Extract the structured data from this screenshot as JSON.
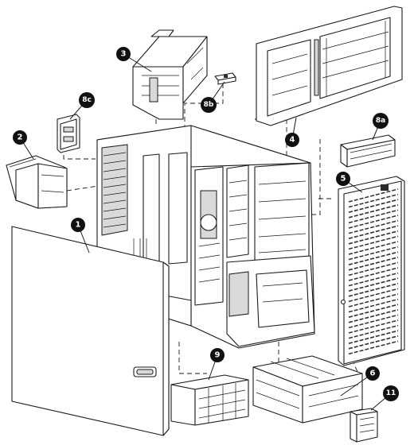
{
  "callouts": {
    "c1": "1",
    "c2": "2",
    "c3": "3",
    "c4": "4",
    "c5": "5",
    "c6": "6",
    "c8a": "8a",
    "c8b": "8b",
    "c8c": "8c",
    "c9": "9",
    "c11": "11"
  },
  "colors": {
    "outline": "#1a1a1a",
    "callout_fill": "#111111",
    "callout_text": "#ffffff",
    "background": "#ffffff"
  }
}
